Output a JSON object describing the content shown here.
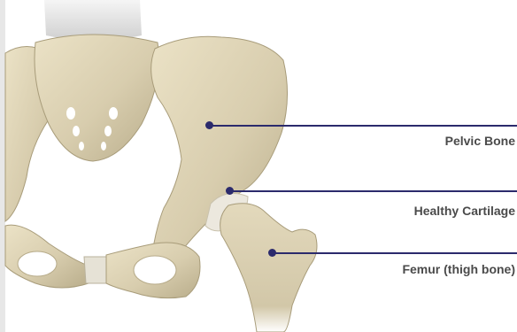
{
  "diagram": {
    "labels": {
      "pelvic_bone": "Pelvic Bone",
      "healthy_cartilage": "Healthy Cartilage",
      "femur": "Femur (thigh bone)"
    },
    "colors": {
      "bone": "#d9cfb2",
      "bone_shadow": "#b3a784",
      "cartilage": "#e9e7dd",
      "spine_disc": "#dcdcdc",
      "callout": "#2b2a6c",
      "label_text": "#4a4a4a"
    }
  }
}
